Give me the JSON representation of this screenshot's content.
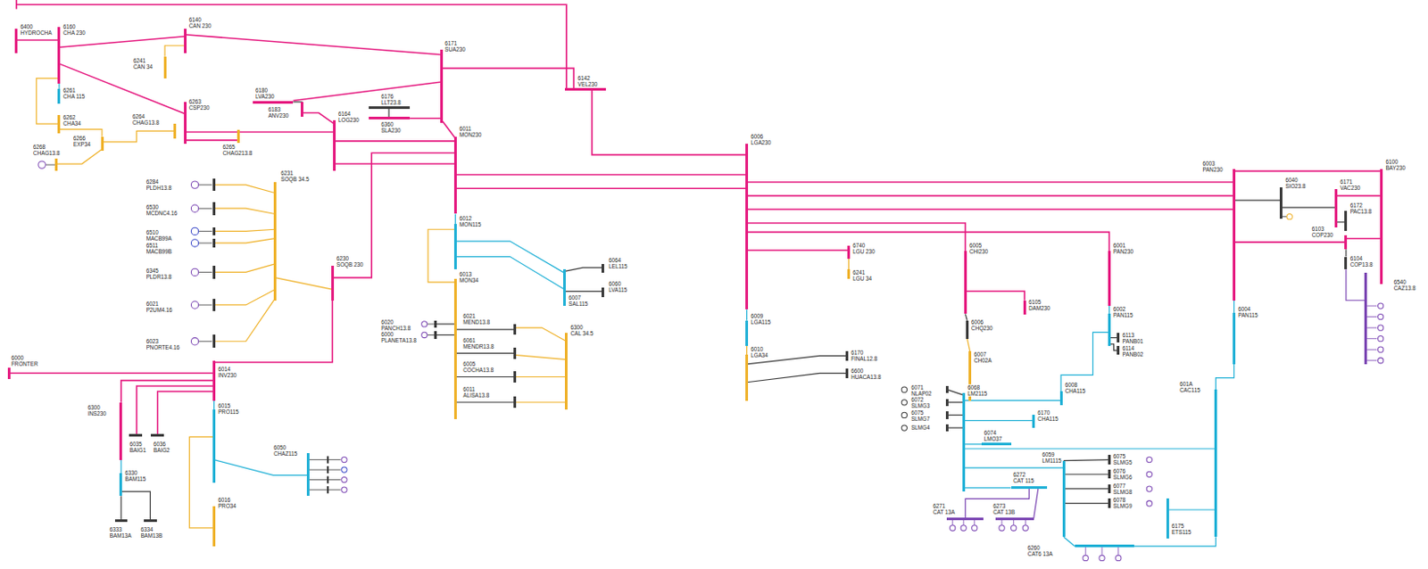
{
  "diagram": {
    "nodes": [
      {
        "text": [
          "6400",
          "HYDROCHA"
        ]
      },
      {
        "text": [
          "6160",
          "CHA 230"
        ]
      },
      {
        "text": [
          "6140",
          "CAN 230"
        ]
      },
      {
        "text": [
          "6241",
          "CAN 34"
        ]
      },
      {
        "text": [
          "6263",
          "CSP230"
        ]
      },
      {
        "text": [
          "6261",
          "CHA 115"
        ]
      },
      {
        "text": [
          "6262",
          "CHA34"
        ]
      },
      {
        "text": [
          "6266",
          "EXP34"
        ]
      },
      {
        "text": [
          "6268",
          "CHAG13.8"
        ]
      },
      {
        "text": [
          "6264",
          "CHAG13.8"
        ]
      },
      {
        "text": [
          "6265",
          "CHAG213.8"
        ]
      },
      {
        "text": [
          "6180",
          "LVA230"
        ]
      },
      {
        "text": [
          "6183",
          "ANV230"
        ]
      },
      {
        "text": [
          "6176",
          "LLT23.8"
        ]
      },
      {
        "text": [
          "6360",
          "SLA230"
        ]
      },
      {
        "text": [
          "6171",
          "SUA230"
        ]
      },
      {
        "text": [
          "6164",
          "LOG230"
        ]
      },
      {
        "text": [
          "6142",
          "VEL230"
        ]
      },
      {
        "text": [
          "6011",
          "MON230"
        ]
      },
      {
        "text": [
          "6006",
          "LGA230"
        ]
      },
      {
        "text": [
          "6003",
          "PAN230"
        ]
      },
      {
        "text": [
          "6040",
          "SIO23.8"
        ]
      },
      {
        "text": [
          "6171",
          "VAC230"
        ]
      },
      {
        "text": [
          "6172",
          "PAC13.8"
        ]
      },
      {
        "text": [
          "6100",
          "BAY230"
        ]
      },
      {
        "text": [
          "6103",
          "COP230"
        ]
      },
      {
        "text": [
          "6104",
          "COP13.8"
        ]
      },
      {
        "text": [
          "6540",
          "CAZ13.8"
        ]
      },
      {
        "text": [
          "6740",
          "LGU 230"
        ]
      },
      {
        "text": [
          "6241",
          "LGU 34"
        ]
      },
      {
        "text": [
          "6005",
          "CHI230"
        ]
      },
      {
        "text": [
          "6001",
          "PAN230"
        ]
      },
      {
        "text": [
          "6105",
          "DAM230"
        ]
      },
      {
        "text": [
          "6006",
          "CHQ230"
        ]
      },
      {
        "text": [
          "6007",
          "CH02A"
        ]
      },
      {
        "text": [
          "6002",
          "PAN115"
        ]
      },
      {
        "text": [
          "6113",
          "PANB01"
        ]
      },
      {
        "text": [
          "6114",
          "PANB02"
        ]
      },
      {
        "text": [
          "6004",
          "PAN115"
        ]
      },
      {
        "text": [
          "6009",
          "LGA115"
        ]
      },
      {
        "text": [
          "6010",
          "LGA34"
        ]
      },
      {
        "text": [
          "6170",
          "FINAL12.8"
        ]
      },
      {
        "text": [
          "6600",
          "HUACA13.8"
        ]
      },
      {
        "text": [
          "6231",
          "SOQB 34.5"
        ]
      },
      {
        "text": [
          "6230",
          "SOQB 230"
        ]
      },
      {
        "text": [
          "6284",
          "PLDH13.8"
        ]
      },
      {
        "text": [
          "6530",
          "MCDNC4.16"
        ]
      },
      {
        "text": [
          "6510",
          "MACB99A"
        ]
      },
      {
        "text": [
          "6511",
          "MACB99B"
        ]
      },
      {
        "text": [
          "6345",
          "PLDR13.8"
        ]
      },
      {
        "text": [
          "6021",
          "P2UM4.16"
        ]
      },
      {
        "text": [
          "6023",
          "PNORTE4.16"
        ]
      },
      {
        "text": [
          "6012",
          "MON115"
        ]
      },
      {
        "text": [
          "6013",
          "MON34"
        ]
      },
      {
        "text": [
          "6007",
          "SAL115"
        ]
      },
      {
        "text": [
          "6064",
          "LEL115"
        ]
      },
      {
        "text": [
          "6060",
          "LVA115"
        ]
      },
      {
        "text": [
          "6300",
          "CAL 34.5"
        ]
      },
      {
        "text": [
          "6020",
          "PANCH13.8"
        ]
      },
      {
        "text": [
          "6000",
          "PLANETA13.8"
        ]
      },
      {
        "text": [
          "6021",
          "MEND13.8"
        ]
      },
      {
        "text": [
          "6061",
          "MENDR13.8"
        ]
      },
      {
        "text": [
          "6005",
          "COCHA13.8"
        ]
      },
      {
        "text": [
          "6011",
          "ALISA13.8"
        ]
      },
      {
        "text": [
          "6000",
          "FRONTER"
        ]
      },
      {
        "text": [
          "6014",
          "INV230"
        ]
      },
      {
        "text": [
          "6300",
          "INS230"
        ]
      },
      {
        "text": [
          "6035",
          "BAIG1"
        ]
      },
      {
        "text": [
          "6036",
          "BAIG2"
        ]
      },
      {
        "text": [
          "6330",
          "BAM115"
        ]
      },
      {
        "text": [
          "6333",
          "BAM13A"
        ]
      },
      {
        "text": [
          "6334",
          "BAM13B"
        ]
      },
      {
        "text": [
          "6015",
          "PRO115"
        ]
      },
      {
        "text": [
          "6016",
          "PRO34"
        ]
      },
      {
        "text": [
          "6050",
          "CHAZ115"
        ]
      },
      {
        "text": [
          "6068",
          "LM2115"
        ]
      },
      {
        "text": [
          "6008",
          "CHA115"
        ]
      },
      {
        "text": [
          "6170",
          "CHA115"
        ]
      },
      {
        "text": [
          "601A",
          "CAC115"
        ]
      },
      {
        "text": [
          "6074",
          "LMO37"
        ]
      },
      {
        "text": [
          "6059",
          "LM1115"
        ]
      },
      {
        "text": [
          "6272",
          "CAT 115"
        ]
      },
      {
        "text": [
          "6271",
          "CAT 13A"
        ]
      },
      {
        "text": [
          "6273",
          "CAT 13B"
        ]
      },
      {
        "text": [
          "6175",
          "ETS115"
        ]
      },
      {
        "text": [
          "6260",
          "CAT6 13A"
        ]
      },
      {
        "text": [
          "6075",
          "SLMG5"
        ]
      },
      {
        "text": [
          "6076",
          "SLMG6"
        ]
      },
      {
        "text": [
          "6077",
          "SLMG8"
        ]
      },
      {
        "text": [
          "6078",
          "SLMG9"
        ]
      },
      {
        "text": [
          "6071",
          "NLAP02"
        ]
      },
      {
        "text": [
          "6072",
          "SLMG3"
        ]
      },
      {
        "text": [
          "6075",
          "SLMG7"
        ]
      },
      {
        "text": [
          "SLMG4"
        ]
      }
    ],
    "edges": [
      {
        "from": 0,
        "to": 1,
        "arrow": "none"
      },
      {
        "from": 1,
        "to": 2,
        "arrow": "none"
      },
      {
        "from": 1,
        "to": 4,
        "arrow": "none"
      },
      {
        "from": 2,
        "to": 3,
        "arrow": "none"
      },
      {
        "from": 1,
        "to": 5,
        "arrow": "none"
      },
      {
        "from": 1,
        "to": 6,
        "arrow": "none"
      },
      {
        "from": 6,
        "to": 7,
        "arrow": "none"
      },
      {
        "from": 7,
        "to": 8,
        "arrow": "none"
      },
      {
        "from": 7,
        "to": 9,
        "arrow": "none"
      },
      {
        "from": 4,
        "to": 10,
        "arrow": "none"
      },
      {
        "from": 4,
        "to": 16,
        "arrow": "none"
      },
      {
        "from": 2,
        "to": 15,
        "arrow": "none"
      },
      {
        "from": 11,
        "to": 12,
        "arrow": "none"
      },
      {
        "from": 11,
        "to": 15,
        "arrow": "none"
      },
      {
        "from": 12,
        "to": 16,
        "arrow": "none"
      },
      {
        "from": 13,
        "to": 14,
        "arrow": "none"
      },
      {
        "from": 14,
        "to": 15,
        "arrow": "none"
      },
      {
        "from": 16,
        "to": 18,
        "arrow": "none"
      },
      {
        "from": 16,
        "to": 18,
        "arrow": "none"
      },
      {
        "from": 15,
        "to": 17,
        "arrow": "none"
      },
      {
        "from": 15,
        "to": 18,
        "arrow": "none"
      },
      {
        "from": 17,
        "to": 19,
        "arrow": "none"
      },
      {
        "from": 18,
        "to": 19,
        "arrow": "none"
      },
      {
        "from": 18,
        "to": 19,
        "arrow": "none"
      },
      {
        "from": 19,
        "to": 20,
        "arrow": "none"
      },
      {
        "from": 19,
        "to": 20,
        "arrow": "none"
      },
      {
        "from": 19,
        "to": 20,
        "arrow": "none"
      },
      {
        "from": 19,
        "to": 30,
        "arrow": "none"
      },
      {
        "from": 19,
        "to": 31,
        "arrow": "none"
      },
      {
        "from": 19,
        "to": 28,
        "arrow": "none"
      },
      {
        "from": 28,
        "to": 29,
        "arrow": "none"
      },
      {
        "from": 20,
        "to": 24,
        "arrow": "none"
      },
      {
        "from": 20,
        "to": 21,
        "arrow": "none"
      },
      {
        "from": 21,
        "to": 22,
        "arrow": "none"
      },
      {
        "from": 22,
        "to": 24,
        "arrow": "none"
      },
      {
        "from": 22,
        "to": 23,
        "arrow": "none"
      },
      {
        "from": 20,
        "to": 25,
        "arrow": "none"
      },
      {
        "from": 25,
        "to": 24,
        "arrow": "none"
      },
      {
        "from": 25,
        "to": 26,
        "arrow": "none"
      },
      {
        "from": 26,
        "to": 27,
        "arrow": "none"
      },
      {
        "from": 20,
        "to": 38,
        "arrow": "none"
      },
      {
        "from": 31,
        "to": 35,
        "arrow": "none"
      },
      {
        "from": 30,
        "to": 32,
        "arrow": "none"
      },
      {
        "from": 30,
        "to": 33,
        "arrow": "none"
      },
      {
        "from": 33,
        "to": 34,
        "arrow": "none"
      },
      {
        "from": 19,
        "to": 39,
        "arrow": "none"
      },
      {
        "from": 39,
        "to": 40,
        "arrow": "none"
      },
      {
        "from": 40,
        "to": 41,
        "arrow": "none"
      },
      {
        "from": 40,
        "to": 42,
        "arrow": "none"
      },
      {
        "from": 35,
        "to": 36,
        "arrow": "none"
      },
      {
        "from": 35,
        "to": 37,
        "arrow": "none"
      },
      {
        "from": 38,
        "to": 78,
        "arrow": "none"
      },
      {
        "from": 35,
        "to": 76,
        "arrow": "none"
      },
      {
        "from": 75,
        "to": 77,
        "arrow": "none"
      },
      {
        "from": 75,
        "to": 79,
        "arrow": "none"
      },
      {
        "from": 75,
        "to": 78,
        "arrow": "none"
      },
      {
        "from": 75,
        "to": 76,
        "arrow": "none"
      },
      {
        "from": 75,
        "to": 80,
        "arrow": "none"
      },
      {
        "from": 75,
        "to": 81,
        "arrow": "none"
      },
      {
        "from": 81,
        "to": 82,
        "arrow": "none"
      },
      {
        "from": 81,
        "to": 83,
        "arrow": "none"
      },
      {
        "from": 80,
        "to": 86,
        "arrow": "none"
      },
      {
        "from": 80,
        "to": 87,
        "arrow": "none"
      },
      {
        "from": 80,
        "to": 88,
        "arrow": "none"
      },
      {
        "from": 80,
        "to": 89,
        "arrow": "none"
      },
      {
        "from": 80,
        "to": 85,
        "arrow": "none"
      },
      {
        "from": 78,
        "to": 85,
        "arrow": "none"
      },
      {
        "from": 78,
        "to": 84,
        "arrow": "none"
      },
      {
        "from": 90,
        "to": 75,
        "arrow": "none"
      },
      {
        "from": 91,
        "to": 75,
        "arrow": "none"
      },
      {
        "from": 92,
        "to": 75,
        "arrow": "none"
      },
      {
        "from": 93,
        "to": 75,
        "arrow": "none"
      },
      {
        "from": 18,
        "to": 52,
        "arrow": "none"
      },
      {
        "from": 52,
        "to": 53,
        "arrow": "none"
      },
      {
        "from": 52,
        "to": 54,
        "arrow": "none"
      },
      {
        "from": 52,
        "to": 54,
        "arrow": "none"
      },
      {
        "from": 54,
        "to": 55,
        "arrow": "none"
      },
      {
        "from": 54,
        "to": 56,
        "arrow": "none"
      },
      {
        "from": 53,
        "to": 60,
        "arrow": "none"
      },
      {
        "from": 53,
        "to": 61,
        "arrow": "none"
      },
      {
        "from": 53,
        "to": 62,
        "arrow": "none"
      },
      {
        "from": 53,
        "to": 63,
        "arrow": "none"
      },
      {
        "from": 60,
        "to": 57,
        "arrow": "none"
      },
      {
        "from": 61,
        "to": 57,
        "arrow": "none"
      },
      {
        "from": 62,
        "to": 57,
        "arrow": "none"
      },
      {
        "from": 63,
        "to": 57,
        "arrow": "none"
      },
      {
        "from": 58,
        "to": 53,
        "arrow": "none"
      },
      {
        "from": 59,
        "to": 53,
        "arrow": "none"
      },
      {
        "from": 18,
        "to": 44,
        "arrow": "none"
      },
      {
        "from": 44,
        "to": 43,
        "arrow": "none"
      },
      {
        "from": 44,
        "to": 65,
        "arrow": "none"
      },
      {
        "from": 45,
        "to": 43,
        "arrow": "none"
      },
      {
        "from": 46,
        "to": 43,
        "arrow": "none"
      },
      {
        "from": 47,
        "to": 43,
        "arrow": "none"
      },
      {
        "from": 48,
        "to": 43,
        "arrow": "none"
      },
      {
        "from": 49,
        "to": 43,
        "arrow": "none"
      },
      {
        "from": 50,
        "to": 43,
        "arrow": "none"
      },
      {
        "from": 51,
        "to": 43,
        "arrow": "none"
      },
      {
        "from": 64,
        "to": 65,
        "arrow": "none"
      },
      {
        "from": 65,
        "to": 66,
        "arrow": "none"
      },
      {
        "from": 65,
        "to": 67,
        "arrow": "none"
      },
      {
        "from": 65,
        "to": 68,
        "arrow": "none"
      },
      {
        "from": 65,
        "to": 72,
        "arrow": "none"
      },
      {
        "from": 72,
        "to": 73,
        "arrow": "none"
      },
      {
        "from": 72,
        "to": 74,
        "arrow": "none"
      },
      {
        "from": 66,
        "to": 69,
        "arrow": "none"
      },
      {
        "from": 69,
        "to": 70,
        "arrow": "none"
      },
      {
        "from": 69,
        "to": 71,
        "arrow": "none"
      }
    ]
  }
}
